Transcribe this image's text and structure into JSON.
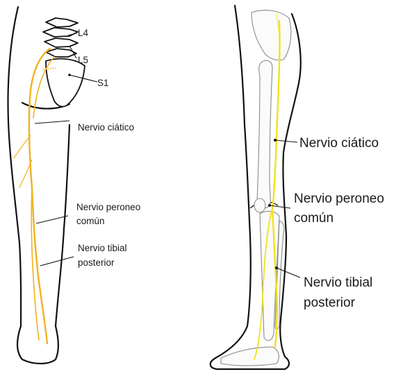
{
  "figure": {
    "left_leg": {
      "vertebra_labels": [
        "L4",
        "L5",
        "S1"
      ],
      "nerve_labels": {
        "sciatic": "Nervio ciático",
        "peroneal_line1": "Nervio peroneo",
        "peroneal_line2": "común",
        "tibial_line1": "Nervio tibial",
        "tibial_line2": "posterior"
      }
    },
    "right_leg": {
      "nerve_labels": {
        "sciatic": "Nervio ciático",
        "peroneal_line1": "Nervio peroneo",
        "peroneal_line2": "común",
        "tibial_line1": "Nervio tibial",
        "tibial_line2": "posterior"
      }
    }
  },
  "colors": {
    "nerve_left": "#f0b21f",
    "nerve_right": "#f2e21a",
    "outline": "#111111",
    "bone_right": "#8a8a8a"
  }
}
